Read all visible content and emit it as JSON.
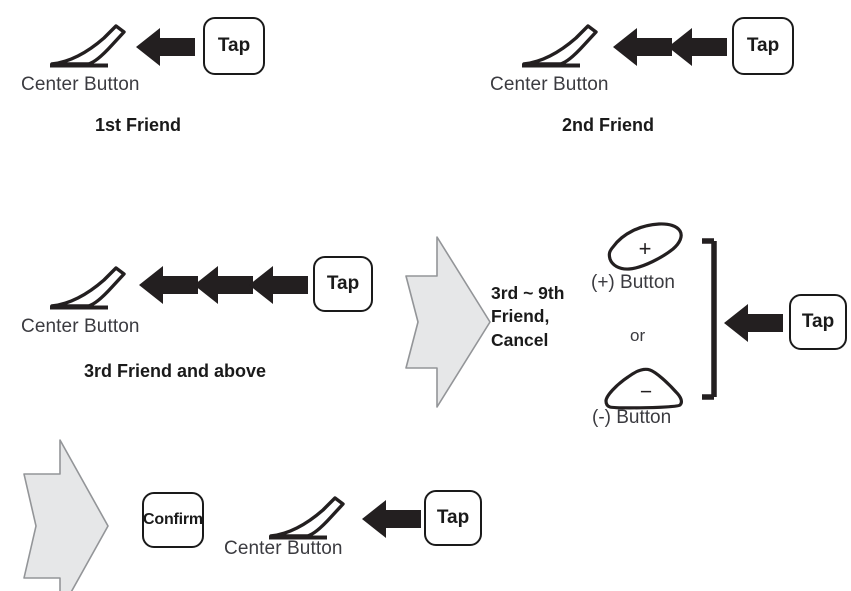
{
  "meta": {
    "colors": {
      "ink": "#231f20",
      "label_gray": "#3b3b40",
      "arrow_black": "#1a1a1a",
      "chevron_fill": "#e6e7e8",
      "chevron_stroke": "#939598",
      "background": "#ffffff"
    }
  },
  "panels": {
    "first_friend": {
      "center_button_label": "Center Button",
      "tap_label": "Tap",
      "caption": "1st Friend",
      "arrow_count": 1,
      "icon": "center-button-icon"
    },
    "second_friend": {
      "center_button_label": "Center Button",
      "tap_label": "Tap",
      "caption": "2nd Friend",
      "arrow_count": 2,
      "icon": "center-button-icon"
    },
    "third_friend": {
      "center_button_label": "Center Button",
      "tap_label": "Tap",
      "caption": "3rd Friend and above",
      "arrow_count": 3,
      "icon": "center-button-icon"
    },
    "step_two": {
      "step_label": "3rd ~ 9th Friend, Cancel",
      "step_lines": [
        "3rd ~ 9th",
        "Friend,",
        "Cancel"
      ],
      "plus_button_label": "(+) Button",
      "plus_glyph": "+",
      "or_label": "or",
      "minus_button_label": "(-) Button",
      "minus_glyph": "−",
      "tap_label": "Tap",
      "arrow_count": 1
    },
    "step_three": {
      "confirm_label": "Confirm",
      "center_button_label": "Center Button",
      "tap_label": "Tap",
      "arrow_count": 1,
      "icon": "center-button-icon"
    }
  }
}
